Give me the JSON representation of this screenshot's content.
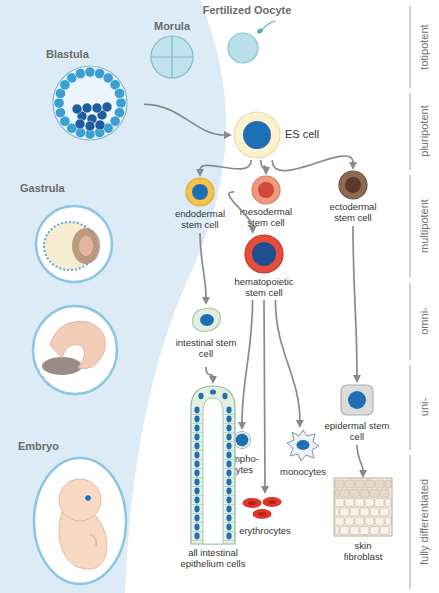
{
  "diagram": {
    "nodes": [
      {
        "text": [
          "Fertilized Oocyte"
        ]
      },
      {
        "text": [
          "Morula"
        ]
      },
      {
        "text": [
          "Blastula"
        ]
      },
      {
        "text": [
          "ES cell"
        ]
      },
      {
        "text": [
          "Gastrula"
        ]
      },
      {
        "text": [
          "endodermal stem cell"
        ]
      },
      {
        "text": [
          "mesodermal stem cell"
        ]
      },
      {
        "text": [
          "ectodermal stem cell"
        ]
      },
      {
        "text": [
          "hematopoietic stem cell"
        ]
      },
      {
        "text": [
          "intestinal stem cell"
        ]
      },
      {
        "text": [
          "epidermal stem cell"
        ]
      },
      {
        "text": [
          "Embryo"
        ]
      },
      {
        "text": [
          "lympho- cytes"
        ]
      },
      {
        "text": [
          "monocytes"
        ]
      },
      {
        "text": [
          "all intestinal epithelium cells"
        ]
      },
      {
        "text": [
          "erythrocytes"
        ]
      },
      {
        "text": [
          "skin fibroblast"
        ]
      }
    ],
    "edges": [
      {
        "from": 2,
        "to": 3,
        "arrow": "to"
      },
      {
        "from": 3,
        "to": 5,
        "arrow": "to"
      },
      {
        "from": 3,
        "to": 6,
        "arrow": "to"
      },
      {
        "from": 3,
        "to": 7,
        "arrow": "to"
      },
      {
        "from": 5,
        "to": 9,
        "arrow": "to"
      },
      {
        "from": 6,
        "to": 8,
        "arrow": "to"
      },
      {
        "from": 7,
        "to": 10,
        "arrow": "to"
      },
      {
        "from": 9,
        "to": 14,
        "arrow": "to"
      },
      {
        "from": 8,
        "to": 12,
        "arrow": "to"
      },
      {
        "from": 8,
        "to": 13,
        "arrow": "to"
      },
      {
        "from": 8,
        "to": 15,
        "arrow": "to"
      },
      {
        "from": 10,
        "to": 16,
        "arrow": "to"
      }
    ],
    "labels": [
      "totipotent",
      "pluripotent",
      "multipotent",
      "omni-",
      "uni-",
      "fully differentiated"
    ]
  }
}
